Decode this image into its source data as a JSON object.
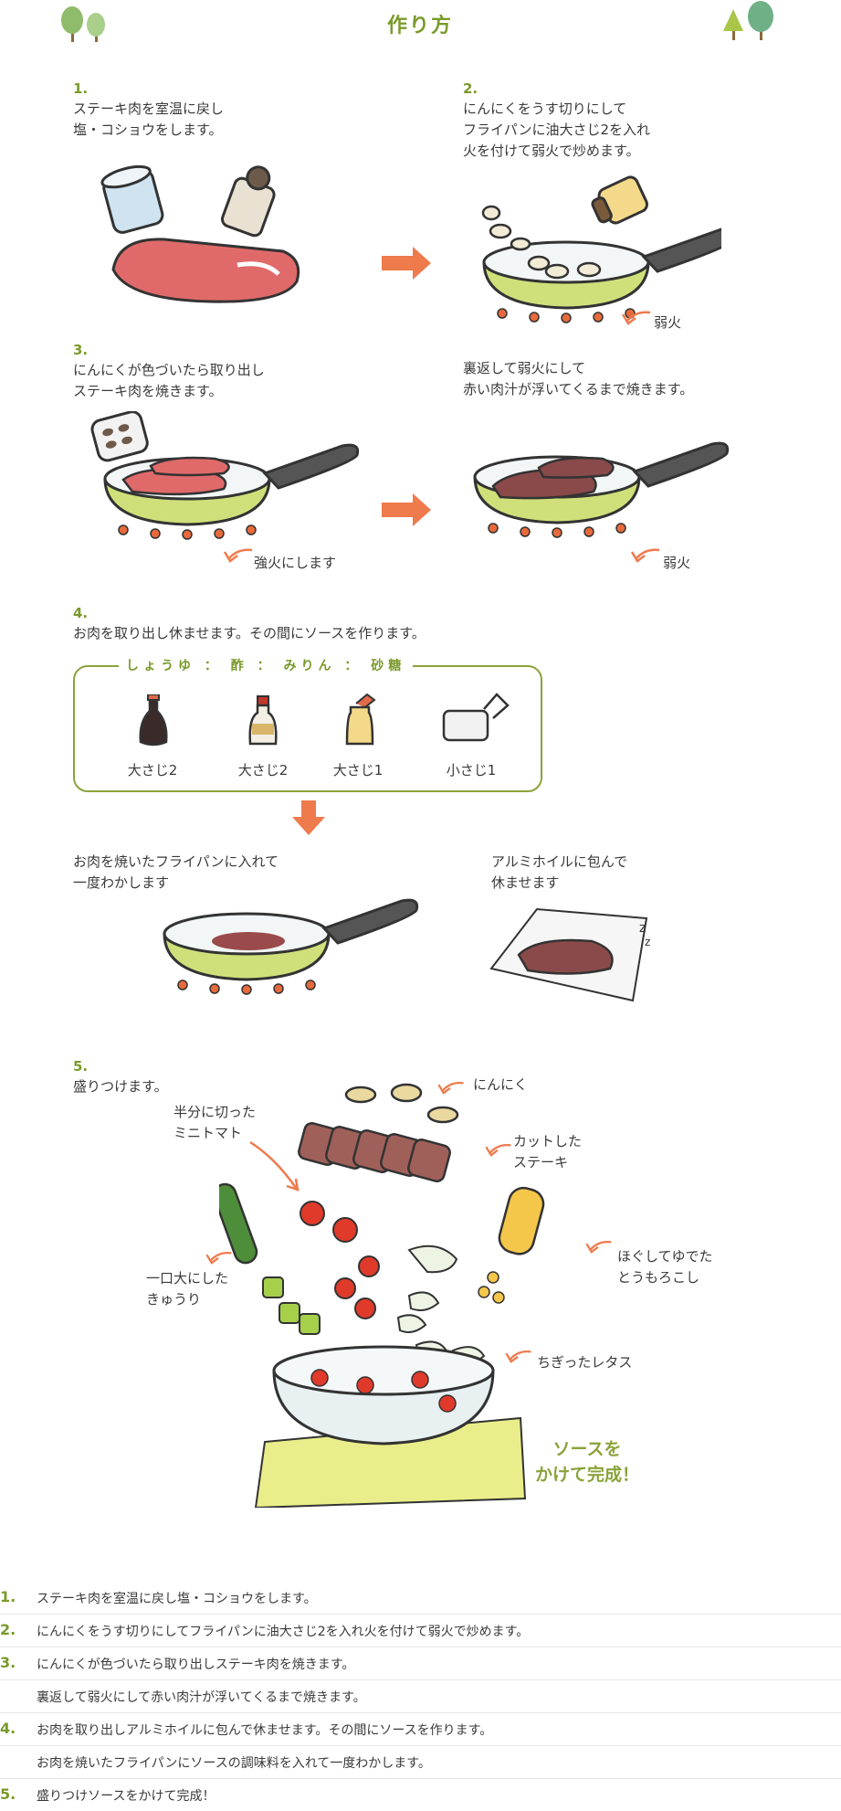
{
  "header": {
    "title": "作り方"
  },
  "steps": {
    "s1": {
      "num": "1.",
      "text": "ステーキ肉を室温に戻し\n塩・コショウをします。"
    },
    "s2": {
      "num": "2.",
      "text": "にんにくをうす切りにして\nフライパンに油大さじ2を入れ\n火を付けて弱火で炒めます。",
      "note": "弱火"
    },
    "s3": {
      "num": "3.",
      "text": "にんにくが色づいたら取り出し\nステーキ肉を焼きます。",
      "note": "強火にします"
    },
    "s3b": {
      "text": "裏返して弱火にして\n赤い肉汁が浮いてくるまで焼きます。",
      "note": "弱火"
    },
    "s4": {
      "num": "4.",
      "text": "お肉を取り出し休ませます。その間にソースを作ります。"
    },
    "s4b": {
      "text": "お肉を焼いたフライパンに入れて\n一度わかします"
    },
    "s4c": {
      "text": "アルミホイルに包んで\n休ませます"
    },
    "s5": {
      "num": "5.",
      "text": "盛りつけます。"
    }
  },
  "sauce": {
    "items": [
      {
        "name": "しょうゆ",
        "amount": "大さじ2"
      },
      {
        "name": "酢",
        "amount": "大さじ2"
      },
      {
        "name": "みりん",
        "amount": "大さじ1"
      },
      {
        "name": "砂糖",
        "amount": "小さじ1"
      }
    ],
    "separator": "："
  },
  "labels": {
    "garlic": "にんにく",
    "tomato": "半分に切った\nミニトマト",
    "steak": "カットした\nステーキ",
    "corn": "ほぐしてゆでた\nとうもろこし",
    "cucumber": "一口大にした\nきゅうり",
    "lettuce": "ちぎったレタス",
    "finish": "ソースを\nかけて完成！"
  },
  "summary": [
    {
      "num": "1.",
      "text": "ステーキ肉を室温に戻し塩・コショウをします。"
    },
    {
      "num": "2.",
      "text": "にんにくをうす切りにしてフライパンに油大さじ2を入れ火を付けて弱火で炒めます。"
    },
    {
      "num": "3.",
      "text": "にんにくが色づいたら取り出しステーキ肉を焼きます。"
    },
    {
      "num": "",
      "text": "裏返して弱火にして赤い肉汁が浮いてくるまで焼きます。"
    },
    {
      "num": "4.",
      "text": "お肉を取り出しアルミホイルに包んで休ませます。その間にソースを作ります。"
    },
    {
      "num": "",
      "text": "お肉を焼いたフライパンにソースの調味料を入れて一度わかします。"
    },
    {
      "num": "5.",
      "text": "盛りつけソースをかけて完成！"
    }
  ],
  "colors": {
    "accent": "#7a9a2b",
    "arrow": "#ef7a4c",
    "pan": "#cfe07a",
    "meat": "#e06a6a"
  }
}
